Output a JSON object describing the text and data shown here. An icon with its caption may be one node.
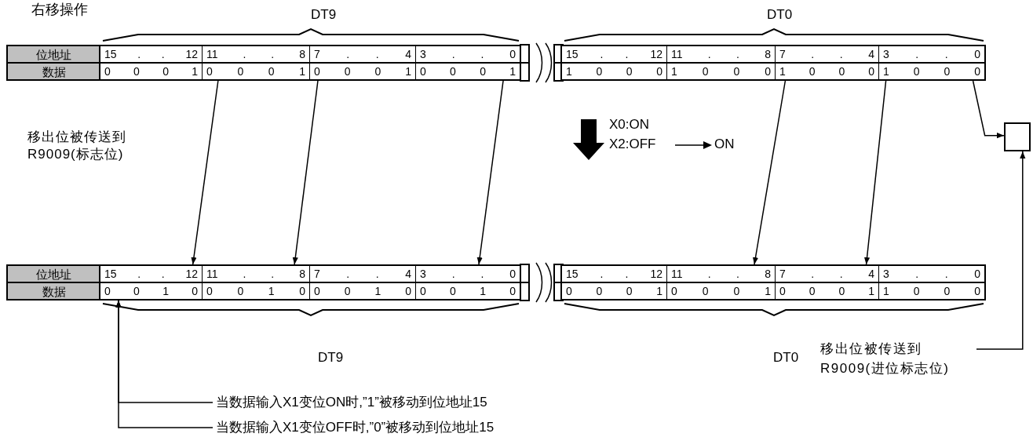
{
  "diagram": {
    "title": "右移操作",
    "nodes": [
      {
        "text": [
          "位地址"
        ]
      },
      {
        "text": [
          "15",
          ".",
          ".",
          "12"
        ]
      },
      {
        "text": [
          "11",
          ".",
          ".",
          "8"
        ]
      },
      {
        "text": [
          "7",
          ".",
          ".",
          "4"
        ]
      },
      {
        "text": [
          "3",
          ".",
          ".",
          "0"
        ]
      },
      {
        "text": [
          "15",
          ".",
          ".",
          "12"
        ]
      },
      {
        "text": [
          "11",
          ".",
          ".",
          "8"
        ]
      },
      {
        "text": [
          "7",
          ".",
          ".",
          "4"
        ]
      },
      {
        "text": [
          "3",
          ".",
          ".",
          "0"
        ]
      },
      {
        "text": [
          "数据"
        ]
      },
      {
        "text": [
          "0",
          "0",
          "0",
          "1"
        ]
      },
      {
        "text": [
          "0",
          "0",
          "0",
          "1"
        ]
      },
      {
        "text": [
          "0",
          "0",
          "0",
          "1"
        ]
      },
      {
        "text": [
          "0",
          "0",
          "0",
          "1"
        ]
      },
      {
        "text": [
          "1",
          "0",
          "0",
          "0"
        ]
      },
      {
        "text": [
          "1",
          "0",
          "0",
          "0"
        ]
      },
      {
        "text": [
          "1",
          "0",
          "0",
          "0"
        ]
      },
      {
        "text": [
          "1",
          "0",
          "0",
          "0"
        ]
      },
      {
        "text": [
          "位地址"
        ]
      },
      {
        "text": [
          "15",
          ".",
          ".",
          "12"
        ]
      },
      {
        "text": [
          "11",
          ".",
          ".",
          "8"
        ]
      },
      {
        "text": [
          "7",
          ".",
          ".",
          "4"
        ]
      },
      {
        "text": [
          "3",
          ".",
          ".",
          "0"
        ]
      },
      {
        "text": [
          "15",
          ".",
          ".",
          "12"
        ]
      },
      {
        "text": [
          "11",
          ".",
          ".",
          "8"
        ]
      },
      {
        "text": [
          "7",
          ".",
          ".",
          "4"
        ]
      },
      {
        "text": [
          "3",
          ".",
          ".",
          "0"
        ]
      },
      {
        "text": [
          "数据"
        ]
      },
      {
        "text": [
          "0",
          "0",
          "1",
          "0"
        ]
      },
      {
        "text": [
          "0",
          "0",
          "1",
          "0"
        ]
      },
      {
        "text": [
          "0",
          "0",
          "1",
          "0"
        ]
      },
      {
        "text": [
          "0",
          "0",
          "1",
          "0"
        ]
      },
      {
        "text": [
          "0",
          "0",
          "0",
          "1"
        ]
      },
      {
        "text": [
          "0",
          "0",
          "0",
          "1"
        ]
      },
      {
        "text": [
          "0",
          "0",
          "0",
          "1"
        ]
      },
      {
        "text": [
          "1",
          "0",
          "0",
          "0"
        ]
      },
      {
        "text": [],
        "shape": "box"
      },
      {
        "text": [
          "移出位被传送到 R9009(进位标志位)"
        ]
      },
      {
        "text": [
          "当数据输入X1变位ON时,”1”被移动到位地址15"
        ]
      },
      {
        "text": [
          "当数据输入X1变位OFF时,”0”被移动到位地址15"
        ]
      }
    ],
    "edges": [
      {
        "from": 11,
        "to": 19,
        "arrow": "to"
      },
      {
        "from": 12,
        "to": 20,
        "arrow": "to"
      },
      {
        "from": 13,
        "to": 22,
        "arrow": "to"
      },
      {
        "from": 16,
        "to": 24,
        "arrow": "to"
      },
      {
        "from": 17,
        "to": 25,
        "arrow": "to"
      },
      {
        "from": 17,
        "to": 36,
        "arrow": "to"
      },
      {
        "from": 37,
        "to": 36,
        "arrow": "to"
      },
      {
        "from": 38,
        "to": 28,
        "arrow": "to"
      },
      {
        "from": 39,
        "to": 28,
        "arrow": "to"
      }
    ],
    "labels": [
      "DT9",
      "DT0",
      "移出位被传送到 R9009(标志位)",
      "X0:ON",
      "X2:OFF",
      "ON",
      "DT9",
      "DT0"
    ]
  }
}
